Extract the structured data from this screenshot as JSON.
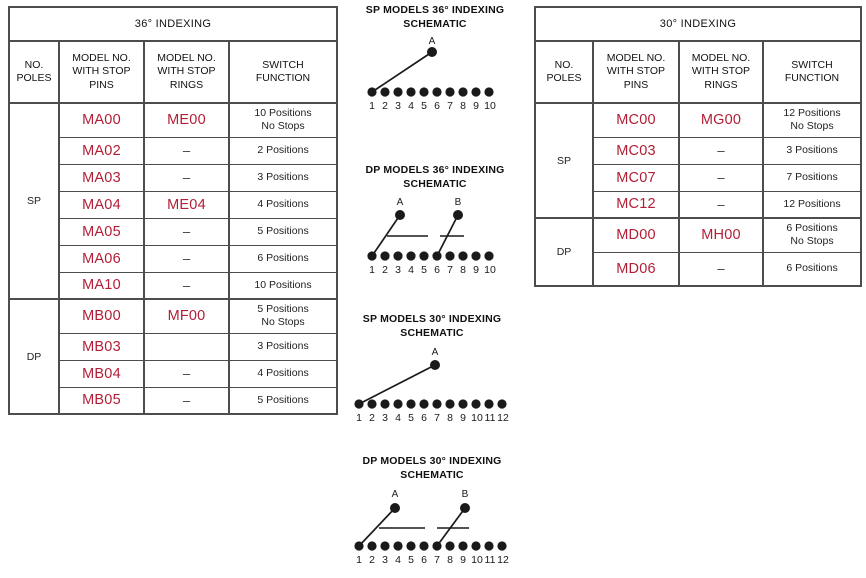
{
  "tables": [
    {
      "id": "indexing-36",
      "title": "36° INDEXING",
      "columns": [
        "NO.\nPOLES",
        "MODEL NO.\nWITH STOP\nPINS",
        "MODEL NO.\nWITH STOP\nRINGS",
        "SWITCH\nFUNCTION"
      ],
      "column_labels": [
        {
          "line1": "NO.",
          "line2": "POLES"
        },
        {
          "line1": "MODEL NO.",
          "line2": "WITH STOP",
          "line3": "PINS"
        },
        {
          "line1": "MODEL NO.",
          "line2": "WITH STOP",
          "line3": "RINGS"
        },
        {
          "line1": "SWITCH",
          "line2": "FUNCTION"
        }
      ],
      "groups": [
        {
          "poles": "SP",
          "rows": [
            {
              "stop_pins": "MA00",
              "stop_rings": "ME00",
              "function_line1": "10 Positions",
              "function_line2": "No Stops"
            },
            {
              "stop_pins": "MA02",
              "stop_rings": "–",
              "function_line1": "2 Positions",
              "function_line2": ""
            },
            {
              "stop_pins": "MA03",
              "stop_rings": "–",
              "function_line1": "3 Positions",
              "function_line2": ""
            },
            {
              "stop_pins": "MA04",
              "stop_rings": "ME04",
              "function_line1": "4 Positions",
              "function_line2": ""
            },
            {
              "stop_pins": "MA05",
              "stop_rings": "–",
              "function_line1": "5 Positions",
              "function_line2": ""
            },
            {
              "stop_pins": "MA06",
              "stop_rings": "–",
              "function_line1": "6 Positions",
              "function_line2": ""
            },
            {
              "stop_pins": "MA10",
              "stop_rings": "–",
              "function_line1": "10 Positions",
              "function_line2": ""
            }
          ]
        },
        {
          "poles": "DP",
          "rows": [
            {
              "stop_pins": "MB00",
              "stop_rings": "MF00",
              "function_line1": "5 Positions",
              "function_line2": "No Stops"
            },
            {
              "stop_pins": "MB03",
              "stop_rings": "",
              "function_line1": "3 Positions",
              "function_line2": ""
            },
            {
              "stop_pins": "MB04",
              "stop_rings": "–",
              "function_line1": "4 Positions",
              "function_line2": ""
            },
            {
              "stop_pins": "MB05",
              "stop_rings": "–",
              "function_line1": "5 Positions",
              "function_line2": ""
            }
          ]
        }
      ]
    },
    {
      "id": "indexing-30",
      "title": "30° INDEXING",
      "column_labels": [
        {
          "line1": "NO.",
          "line2": "POLES"
        },
        {
          "line1": "MODEL NO.",
          "line2": "WITH STOP",
          "line3": "PINS"
        },
        {
          "line1": "MODEL NO.",
          "line2": "WITH STOP",
          "line3": "RINGS"
        },
        {
          "line1": "SWITCH",
          "line2": "FUNCTION"
        }
      ],
      "groups": [
        {
          "poles": "SP",
          "rows": [
            {
              "stop_pins": "MC00",
              "stop_rings": "MG00",
              "function_line1": "12 Positions",
              "function_line2": "No Stops"
            },
            {
              "stop_pins": "MC03",
              "stop_rings": "–",
              "function_line1": "3 Positions",
              "function_line2": ""
            },
            {
              "stop_pins": "MC07",
              "stop_rings": "–",
              "function_line1": "7 Positions",
              "function_line2": ""
            },
            {
              "stop_pins": "MC12",
              "stop_rings": "–",
              "function_line1": "12 Positions",
              "function_line2": ""
            }
          ]
        },
        {
          "poles": "DP",
          "rows": [
            {
              "stop_pins": "MD00",
              "stop_rings": "MH00",
              "function_line1": "6 Positions",
              "function_line2": "No Stops"
            },
            {
              "stop_pins": "MD06",
              "stop_rings": "–",
              "function_line1": "6 Positions",
              "function_line2": ""
            }
          ]
        }
      ]
    }
  ],
  "schematics": [
    {
      "id": "sp-36",
      "title_line1": "SP MODELS 36°  INDEXING",
      "title_line2": "SCHEMATIC",
      "poles": [
        {
          "label": "A"
        }
      ],
      "terminal_labels": [
        "1",
        "2",
        "3",
        "4",
        "5",
        "6",
        "7",
        "8",
        "9",
        "10"
      ],
      "terminal_count": 10
    },
    {
      "id": "dp-36",
      "title_line1": "DP MODELS 36° INDEXING",
      "title_line2": "SCHEMATIC",
      "poles": [
        {
          "label": "A"
        },
        {
          "label": "B"
        }
      ],
      "terminal_labels": [
        "1",
        "2",
        "3",
        "4",
        "5",
        "6",
        "7",
        "8",
        "9",
        "10"
      ],
      "terminal_count": 10
    },
    {
      "id": "sp-30",
      "title_line1": "SP MODELS 30°  INDEXING",
      "title_line2": "SCHEMATIC",
      "poles": [
        {
          "label": "A"
        }
      ],
      "terminal_labels": [
        "1",
        "2",
        "3",
        "4",
        "5",
        "6",
        "7",
        "8",
        "9",
        "10",
        "11",
        "12"
      ],
      "terminal_count": 12
    },
    {
      "id": "dp-30",
      "title_line1": "DP MODELS 30°  INDEXING",
      "title_line2": "SCHEMATIC",
      "poles": [
        {
          "label": "A"
        },
        {
          "label": "B"
        }
      ],
      "terminal_labels": [
        "1",
        "2",
        "3",
        "4",
        "5",
        "6",
        "7",
        "8",
        "9",
        "10",
        "11",
        "12"
      ],
      "terminal_count": 12
    }
  ],
  "colors": {
    "model_red": "#b21e35",
    "rule": "#4d4d4d",
    "text": "#1a1a1a"
  }
}
